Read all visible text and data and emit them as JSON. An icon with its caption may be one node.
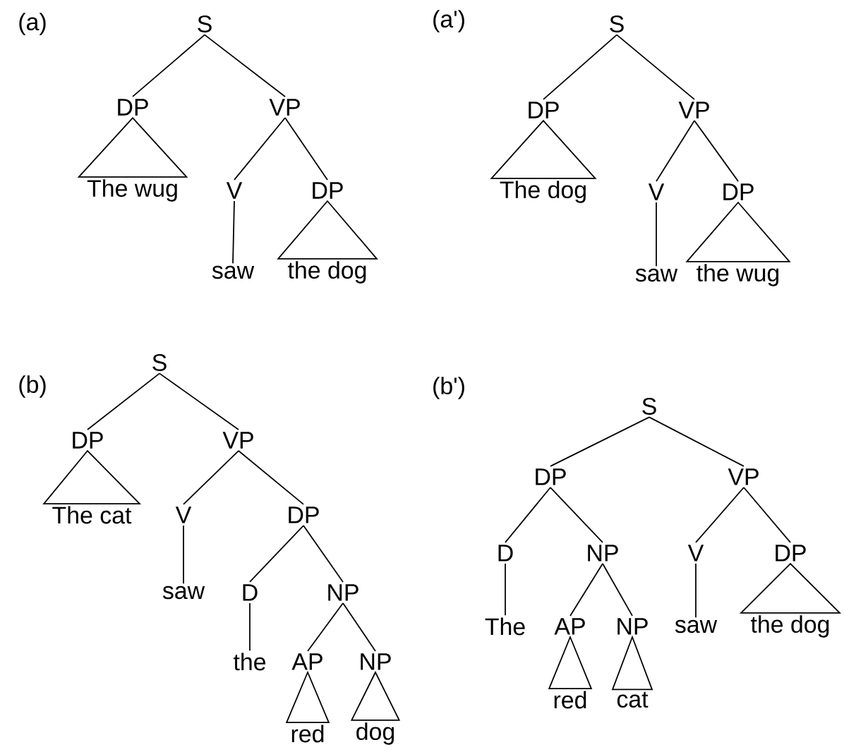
{
  "diagram": {
    "nodes": [
      {
        "text": [
          "S"
        ]
      },
      {
        "text": [
          "DP"
        ]
      },
      {
        "text": [
          "VP"
        ]
      },
      {
        "text": [
          "The wug"
        ]
      },
      {
        "text": [
          "V"
        ]
      },
      {
        "text": [
          "DP"
        ]
      },
      {
        "text": [
          "saw"
        ]
      },
      {
        "text": [
          "the dog"
        ]
      },
      {
        "text": [
          "S"
        ]
      },
      {
        "text": [
          "DP"
        ]
      },
      {
        "text": [
          "VP"
        ]
      },
      {
        "text": [
          "The dog"
        ]
      },
      {
        "text": [
          "V"
        ]
      },
      {
        "text": [
          "DP"
        ]
      },
      {
        "text": [
          "saw"
        ]
      },
      {
        "text": [
          "the wug"
        ]
      },
      {
        "text": [
          "S"
        ]
      },
      {
        "text": [
          "DP"
        ]
      },
      {
        "text": [
          "VP"
        ]
      },
      {
        "text": [
          "The cat"
        ]
      },
      {
        "text": [
          "V"
        ]
      },
      {
        "text": [
          "DP"
        ]
      },
      {
        "text": [
          "saw"
        ]
      },
      {
        "text": [
          "D"
        ]
      },
      {
        "text": [
          "NP"
        ]
      },
      {
        "text": [
          "the"
        ]
      },
      {
        "text": [
          "AP"
        ]
      },
      {
        "text": [
          "NP"
        ]
      },
      {
        "text": [
          "red"
        ]
      },
      {
        "text": [
          "dog"
        ]
      },
      {
        "text": [
          "S"
        ]
      },
      {
        "text": [
          "DP"
        ]
      },
      {
        "text": [
          "VP"
        ]
      },
      {
        "text": [
          "D"
        ]
      },
      {
        "text": [
          "NP"
        ]
      },
      {
        "text": [
          "V"
        ]
      },
      {
        "text": [
          "DP"
        ]
      },
      {
        "text": [
          "The"
        ]
      },
      {
        "text": [
          "AP"
        ]
      },
      {
        "text": [
          "NP"
        ]
      },
      {
        "text": [
          "saw"
        ]
      },
      {
        "text": [
          "the dog"
        ]
      },
      {
        "text": [
          "red"
        ]
      },
      {
        "text": [
          "cat"
        ]
      }
    ],
    "edges": [
      {
        "from": 0,
        "to": 1,
        "arrow": "none"
      },
      {
        "from": 0,
        "to": 2,
        "arrow": "none"
      },
      {
        "from": 1,
        "to": 3,
        "arrow": "none"
      },
      {
        "from": 2,
        "to": 4,
        "arrow": "none"
      },
      {
        "from": 2,
        "to": 5,
        "arrow": "none"
      },
      {
        "from": 4,
        "to": 6,
        "arrow": "none"
      },
      {
        "from": 5,
        "to": 7,
        "arrow": "none"
      },
      {
        "from": 8,
        "to": 9,
        "arrow": "none"
      },
      {
        "from": 8,
        "to": 10,
        "arrow": "none"
      },
      {
        "from": 9,
        "to": 11,
        "arrow": "none"
      },
      {
        "from": 10,
        "to": 12,
        "arrow": "none"
      },
      {
        "from": 10,
        "to": 13,
        "arrow": "none"
      },
      {
        "from": 12,
        "to": 14,
        "arrow": "none"
      },
      {
        "from": 13,
        "to": 15,
        "arrow": "none"
      },
      {
        "from": 16,
        "to": 17,
        "arrow": "none"
      },
      {
        "from": 16,
        "to": 18,
        "arrow": "none"
      },
      {
        "from": 17,
        "to": 19,
        "arrow": "none"
      },
      {
        "from": 18,
        "to": 20,
        "arrow": "none"
      },
      {
        "from": 18,
        "to": 21,
        "arrow": "none"
      },
      {
        "from": 20,
        "to": 22,
        "arrow": "none"
      },
      {
        "from": 21,
        "to": 23,
        "arrow": "none"
      },
      {
        "from": 21,
        "to": 24,
        "arrow": "none"
      },
      {
        "from": 23,
        "to": 25,
        "arrow": "none"
      },
      {
        "from": 24,
        "to": 26,
        "arrow": "none"
      },
      {
        "from": 24,
        "to": 27,
        "arrow": "none"
      },
      {
        "from": 26,
        "to": 28,
        "arrow": "none"
      },
      {
        "from": 27,
        "to": 29,
        "arrow": "none"
      },
      {
        "from": 30,
        "to": 31,
        "arrow": "none"
      },
      {
        "from": 30,
        "to": 32,
        "arrow": "none"
      },
      {
        "from": 31,
        "to": 33,
        "arrow": "none"
      },
      {
        "from": 31,
        "to": 34,
        "arrow": "none"
      },
      {
        "from": 32,
        "to": 35,
        "arrow": "none"
      },
      {
        "from": 32,
        "to": 36,
        "arrow": "none"
      },
      {
        "from": 33,
        "to": 37,
        "arrow": "none"
      },
      {
        "from": 34,
        "to": 38,
        "arrow": "none"
      },
      {
        "from": 34,
        "to": 39,
        "arrow": "none"
      },
      {
        "from": 35,
        "to": 40,
        "arrow": "none"
      },
      {
        "from": 36,
        "to": 41,
        "arrow": "none"
      },
      {
        "from": 38,
        "to": 42,
        "arrow": "none"
      },
      {
        "from": 39,
        "to": 43,
        "arrow": "none"
      }
    ],
    "labels": [
      "(a)",
      "(a')",
      "(b)",
      "(b')"
    ]
  }
}
